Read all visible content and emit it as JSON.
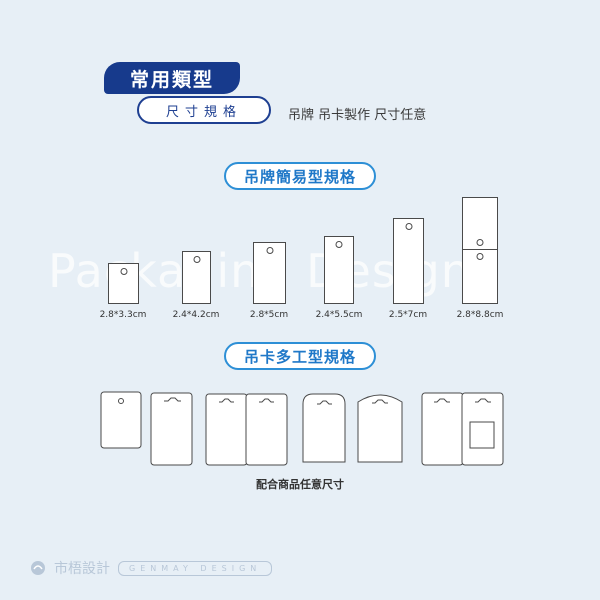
{
  "header": {
    "title": "常用類型",
    "subtitle": "尺寸規格",
    "note": "吊牌 吊卡製作 尺寸任意"
  },
  "watermark": "Packaging Design",
  "simple_section": {
    "title": "吊牌簡易型規格",
    "sizes": [
      "2.8*3.3cm",
      "2.4*4.2cm",
      "2.8*5cm",
      "2.4*5.5cm",
      "2.5*7cm",
      "2.8*8.8cm"
    ]
  },
  "multi_section": {
    "title": "吊卡多工型規格",
    "note": "配合商品任意尺寸"
  },
  "brand": {
    "name": "市梧設計",
    "tag": "GENMAY DESIGN"
  }
}
